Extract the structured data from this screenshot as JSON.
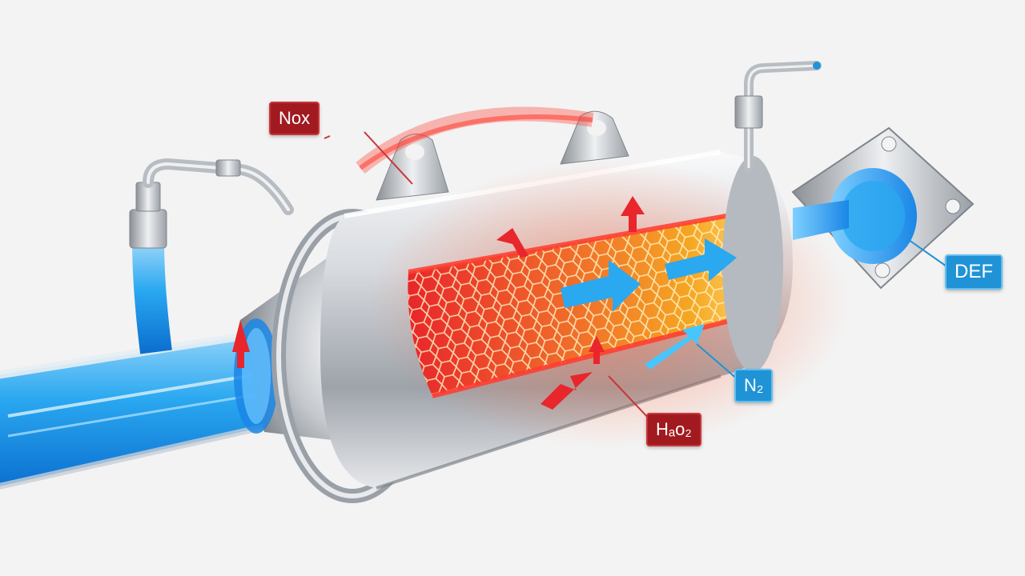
{
  "labels": {
    "nox": "Nox",
    "h2o": "Hₐo₂",
    "n2": "N₂",
    "def": "DEF"
  },
  "colors": {
    "background": "#f3f3f3",
    "label_red": "#a11a1f",
    "label_blue": "#1f93d6",
    "flow_blue": "#2aa8f0",
    "heat_red": "#e8262b",
    "heat_orange": "#f5a623",
    "metal": "#c9ccd1"
  },
  "icons": {
    "flow_arrows": "arrow-right-icon",
    "heat_arrows": "arrow-up-icon"
  }
}
